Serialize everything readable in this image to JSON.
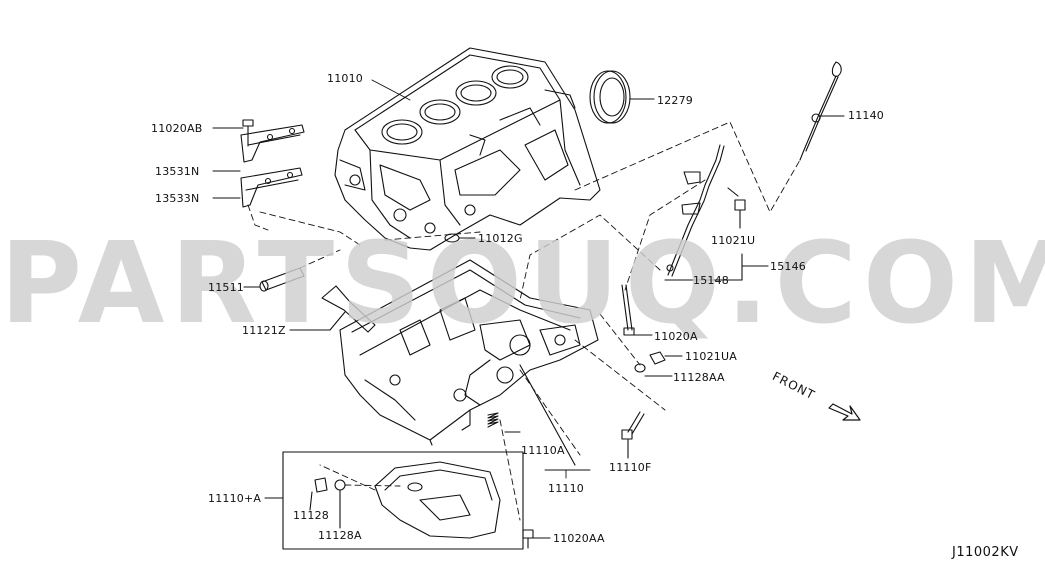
{
  "watermark": "PARTSOUQ.COM",
  "diagram_code": "J11002KV",
  "front_label": "FRONT",
  "labels": {
    "p11010": "11010",
    "p12279": "12279",
    "p11140": "11140",
    "p11020AB": "11020AB",
    "p13531N": "13531N",
    "p13533N": "13533N",
    "p11021U": "11021U",
    "p11012G": "11012G",
    "p15146": "15146",
    "p15148": "15148",
    "p11511": "11511",
    "p11020A": "11020A",
    "p11121Z": "11121Z",
    "p11021UA": "11021UA",
    "p11128AA": "11128AA",
    "p11110A": "11110A",
    "p11110": "11110",
    "p11110DF": "11110F",
    "p11110plusA": "11110+A",
    "p11128": "11128",
    "p11128A": "11128A",
    "p11020AA": "11020AA"
  }
}
